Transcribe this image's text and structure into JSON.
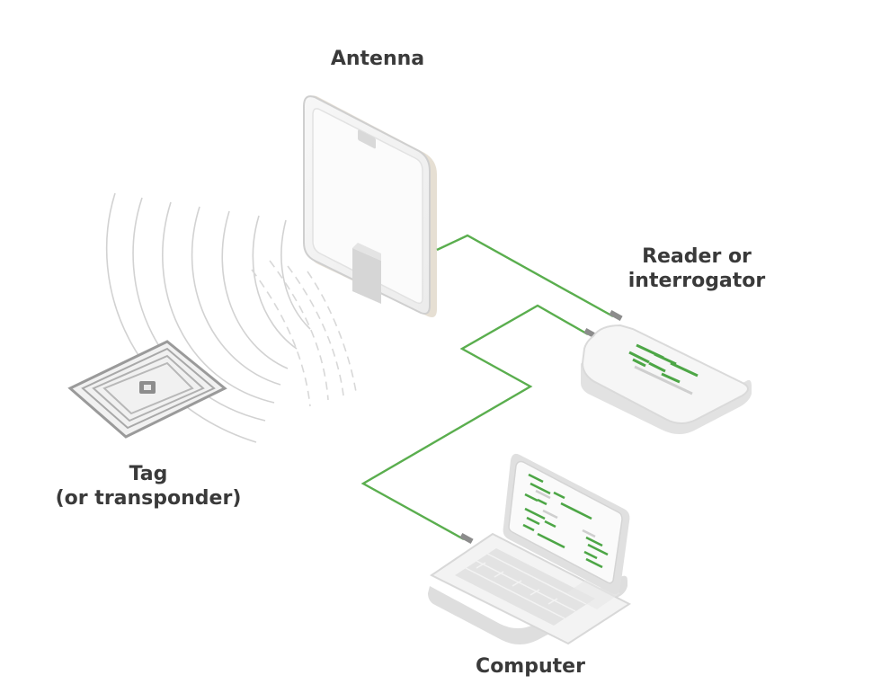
{
  "labels": {
    "antenna": "Antenna",
    "reader_line1": "Reader or",
    "reader_line2": "interrogator",
    "tag_line1": "Tag",
    "tag_line2": "(or transponder)",
    "computer": "Computer"
  },
  "colors": {
    "cable": "#5aae4e",
    "device_body": "#f4f4f4",
    "device_edge": "#d6d6d6",
    "screen_code": "#4da646",
    "wave": "#cfcfcf",
    "text": "#3a3a3a"
  }
}
